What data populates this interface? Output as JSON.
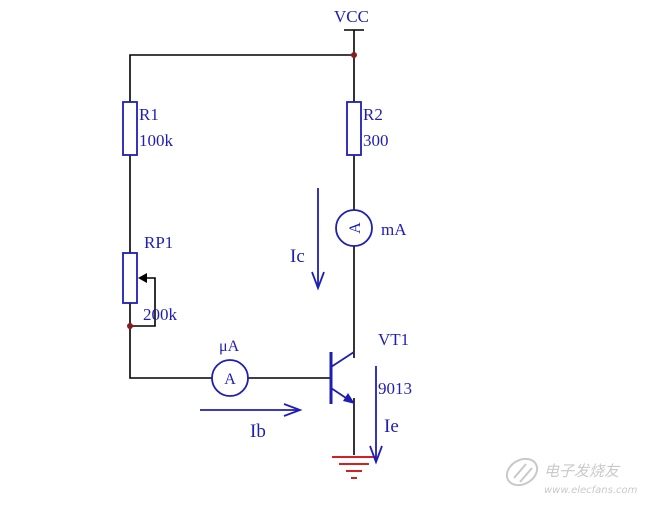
{
  "colors": {
    "wire": "#000000",
    "component": "#1e1eb4",
    "label": "#1e1eb4",
    "node": "#8b1a1a",
    "ground": "#d42020",
    "watermark": "#c9c9c9"
  },
  "labels": {
    "vcc": "VCC",
    "r1_name": "R1",
    "r1_value": "100k",
    "r2_name": "R2",
    "r2_value": "300",
    "rp1_name": "RP1",
    "rp1_value": "200k",
    "microammeter_unit": "μA",
    "milliammeter_unit": "mA",
    "ammeter_symbol": "A",
    "transistor_name": "VT1",
    "transistor_type": "9013",
    "current_ic": "Ic",
    "current_ib": "Ib",
    "current_ie": "Ie"
  },
  "watermark": {
    "brand": "电子发烧友",
    "url": "www.elecfans.com"
  }
}
